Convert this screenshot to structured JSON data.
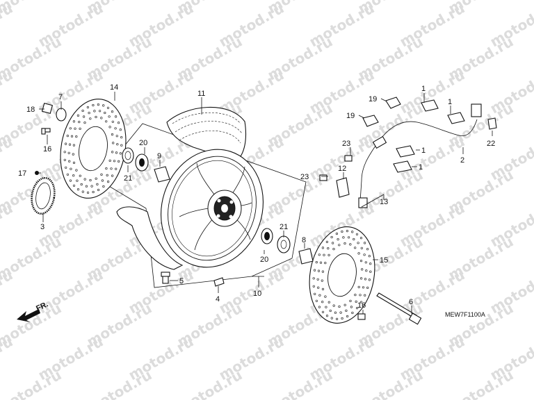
{
  "watermark": "motod.ru",
  "diagram_code": "MEW7F1100A",
  "direction_label": "FR.",
  "callouts": {
    "c1a": "1",
    "c1b": "1",
    "c1c": "1",
    "c1d": "1",
    "c2": "2",
    "c3": "3",
    "c4": "4",
    "c5": "5",
    "c6": "6",
    "c7": "7",
    "c8": "8",
    "c9": "9",
    "c10": "10",
    "c11": "11",
    "c12": "12",
    "c13": "13",
    "c14": "14",
    "c15": "15",
    "c16a": "16",
    "c16b": "16",
    "c17": "17",
    "c18": "18",
    "c19a": "19",
    "c19b": "19",
    "c20a": "20",
    "c20b": "20",
    "c21a": "21",
    "c21b": "21",
    "c22": "22",
    "c23a": "23",
    "c23b": "23"
  }
}
